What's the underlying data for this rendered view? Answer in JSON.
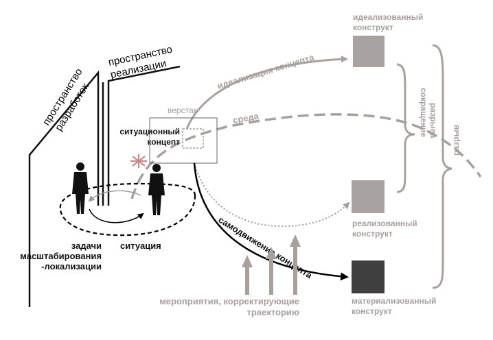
{
  "labels": {
    "dev_space_1": "пространство",
    "dev_space_2": "разработок",
    "impl_space_1": "пространство",
    "impl_space_2": "реализации",
    "idealized_1": "идеализованный",
    "idealized_2": "конструкт",
    "idealization_arrow": "идеализация концепта",
    "workbench": "верстак",
    "environment": "среда",
    "situational_1": "ситуационный",
    "situational_2": "концепт",
    "gap_reduction_1": "сокращение",
    "gap_reduction_2": "разрыва",
    "gap": "разрыв",
    "realized_1": "реализованный",
    "realized_2": "конструкт",
    "self_motion": "самодвижение концепта",
    "tasks_1": "задачи",
    "tasks_2": "масштабирования",
    "tasks_3": "-локализации",
    "situation": "ситуация",
    "measures_1": "мероприятия, корректирующие",
    "measures_2": "траекторию",
    "materialized_1": "материализованный",
    "materialized_2": "конструкт"
  },
  "colors": {
    "gray": "#a7a09d",
    "box_gray": "#a8a3a0",
    "dark_box": "#3f3f3f",
    "dark_text": "#111111",
    "star": "#c98a8a"
  }
}
